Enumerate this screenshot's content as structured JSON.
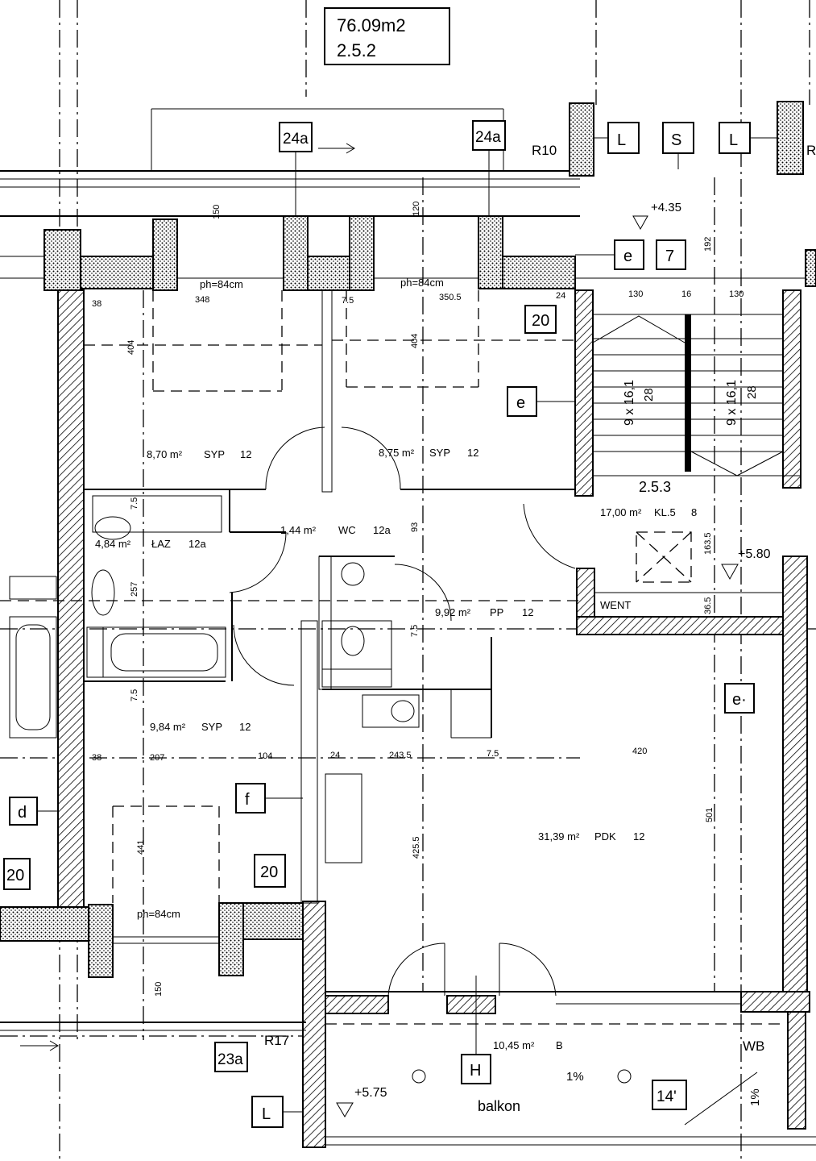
{
  "header": {
    "area": "76.09m2",
    "unit": "2.5.2"
  },
  "markers": {
    "m24a_left": "24a",
    "m24a_right": "24a",
    "r10": "R10",
    "r17": "R17",
    "r_edge": "R",
    "l_top1": "L",
    "s_top": "S",
    "l_top2": "L",
    "e_top": "e",
    "seven": "7",
    "twenty_top": "20",
    "e_mid": "e",
    "e_right": "e·",
    "d": "d",
    "f": "f",
    "twenty_left": "20",
    "twenty_bottom": "20",
    "m23a": "23a",
    "h": "H",
    "l_bottom": "L",
    "fourteen": "14'"
  },
  "levels": {
    "top": "+4.35",
    "right": "+5.80",
    "bottom": "+5.75"
  },
  "rooms": {
    "syp_top_left": {
      "area": "8,70 m²",
      "code": "SYP",
      "num": "12"
    },
    "syp_top_right": {
      "area": "8,75 m²",
      "code": "SYP",
      "num": "12"
    },
    "laz": {
      "area": "4,84 m²",
      "code": "ŁAZ",
      "num": "12a"
    },
    "wc": {
      "area": "1,44 m²",
      "code": "WC",
      "num": "12a"
    },
    "pp": {
      "area": "9,92 m²",
      "code": "PP",
      "num": "12"
    },
    "syp_bottom": {
      "area": "9,84 m²",
      "code": "SYP",
      "num": "12"
    },
    "pdk": {
      "area": "31,39 m²",
      "code": "PDK",
      "num": "12"
    },
    "kl": {
      "area": "17,00 m²",
      "code": "KL.5",
      "num": "8"
    },
    "b": {
      "area": "10,45 m²",
      "code": "B",
      "num": ""
    }
  },
  "labels": {
    "ph1": "ph=84cm",
    "ph2": "ph=84cm",
    "ph3": "ph=84cm",
    "stair_id": "2.5.3",
    "stairs_left": "9 x 16,1",
    "stairs_right": "9 x 16,1",
    "stairs_28a": "28",
    "stairs_28b": "28",
    "wb": "WB",
    "balkon": "balkon",
    "went": "WENT",
    "slope1": "1%",
    "slope2": "1%"
  },
  "dims": {
    "d348": "348",
    "d350_5": "350.5",
    "d38a": "38",
    "d7_5a": "7.5",
    "d24a": "24",
    "d130a": "130",
    "d16": "16",
    "d130b": "130",
    "d192": "192",
    "d404a": "404",
    "d404b": "404",
    "d7_5b": "7.5",
    "d93": "93",
    "d257": "257",
    "d7_5c": "7.5",
    "d38b": "38",
    "d207": "207",
    "d104": "104",
    "d24b": "24",
    "d243_5": "243.5",
    "d7_5d": "7.5",
    "d420": "420",
    "d441": "441",
    "d425_5": "425.5",
    "d501": "501",
    "d163_5": "163.5",
    "d36_5": "36.5",
    "d150a": "150",
    "d150b": "150",
    "d120": "120",
    "d7_5e": "7.5"
  }
}
